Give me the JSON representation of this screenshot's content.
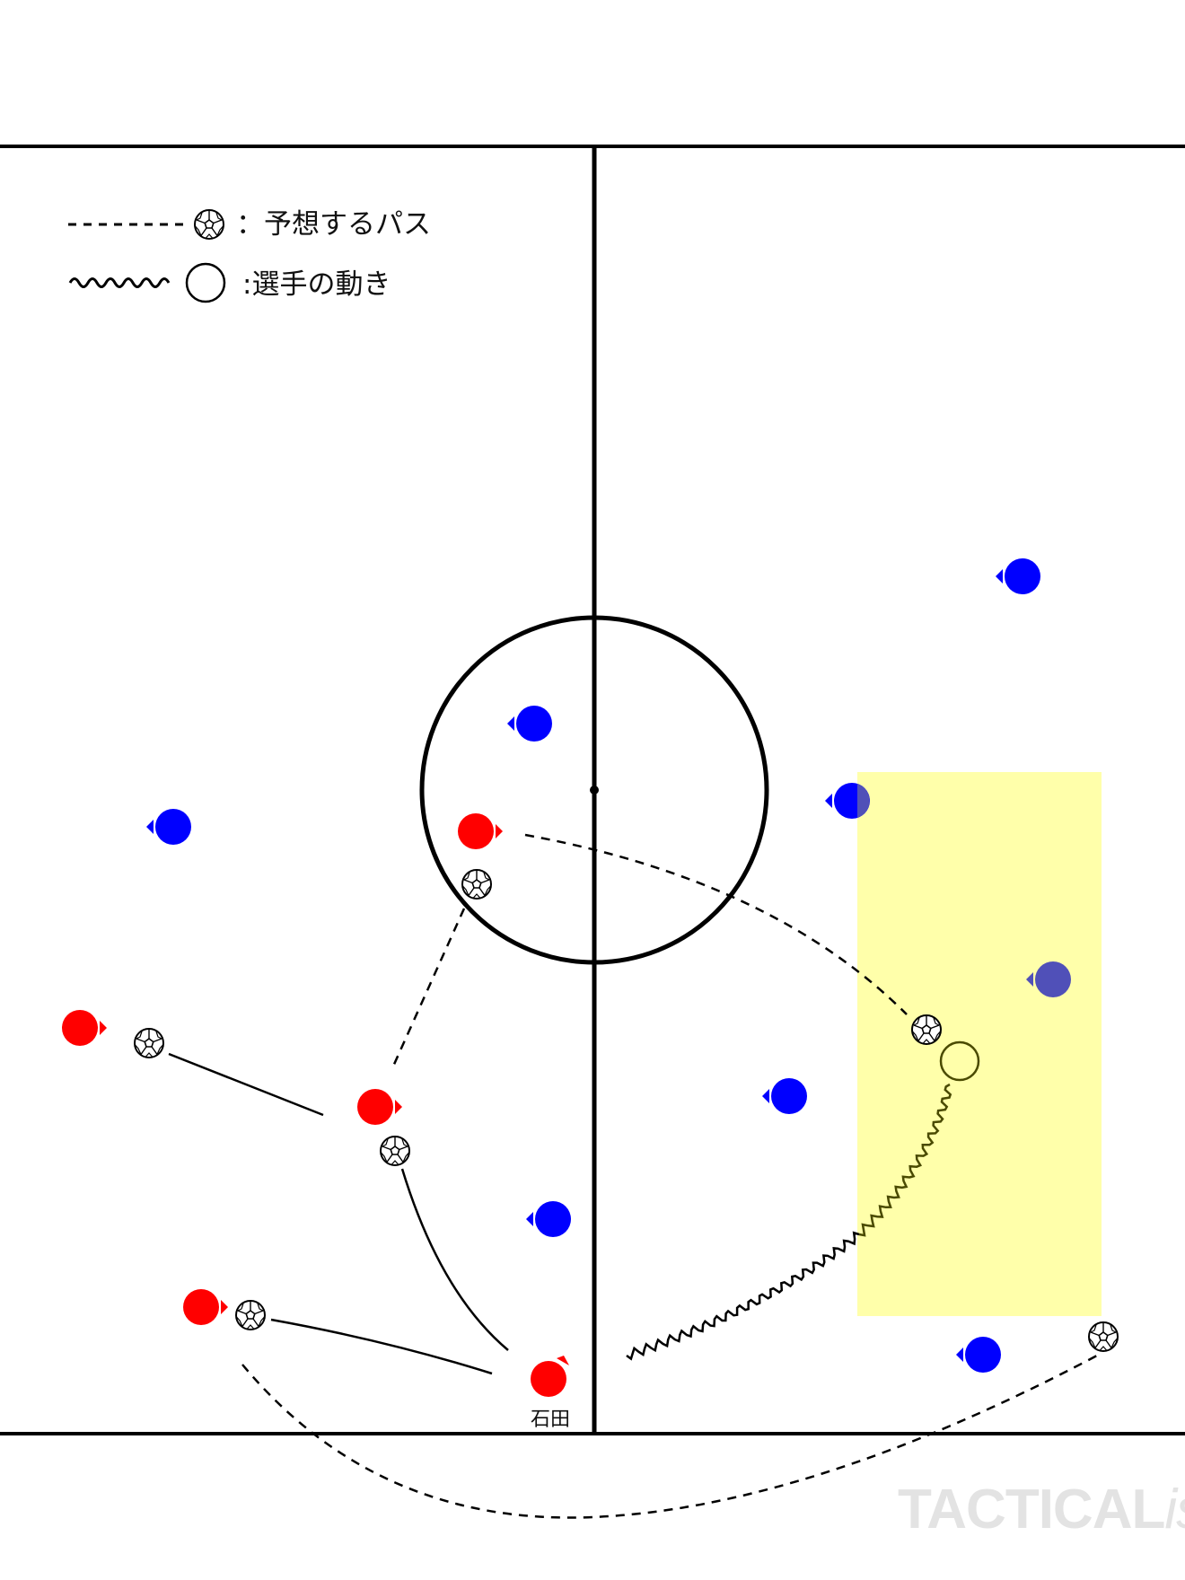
{
  "legend": {
    "pass_label": "：予想するパス",
    "movement_label": ":選手の動き"
  },
  "player_label_ishida": "石田",
  "watermark": {
    "bold": "TACTICAL",
    "italic": "ista"
  },
  "colors": {
    "red_team": "#ff0000",
    "blue_team": "#0000ff",
    "blue_team_shaded": "#5050b8",
    "highlight_zone": "#ffffaa",
    "line": "#000000",
    "movement_run": "#4a4a00"
  },
  "icons": {
    "ball": "soccer-ball-icon",
    "movement_target": "empty-circle-icon"
  }
}
